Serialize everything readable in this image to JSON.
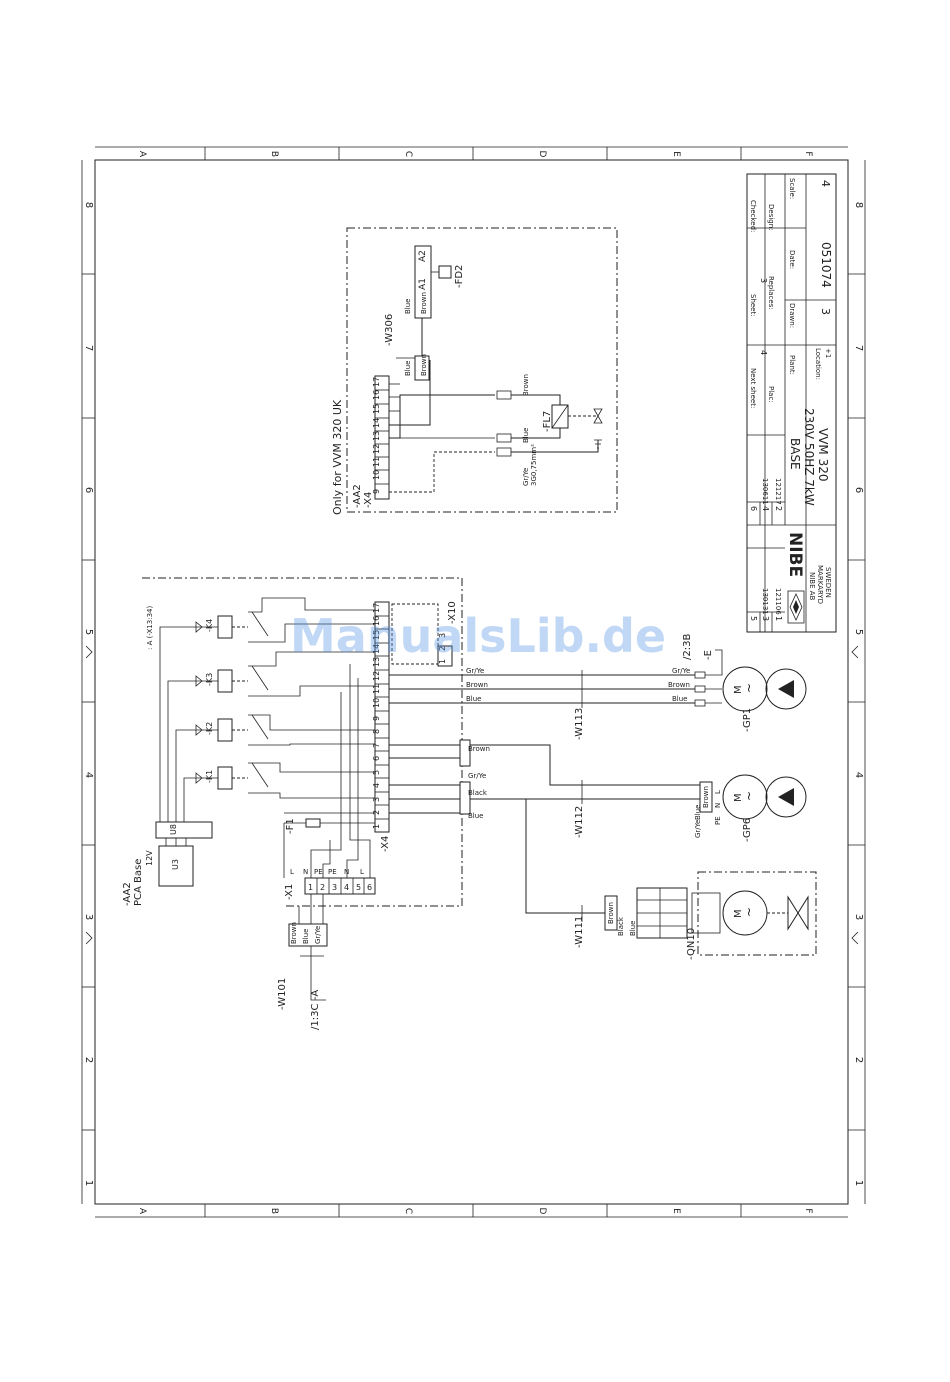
{
  "watermark": "ManualsLib.de",
  "grid": {
    "columns": [
      "A",
      "B",
      "C",
      "D",
      "E",
      "F"
    ],
    "rows": [
      "8",
      "7",
      "6",
      "5",
      "4",
      "3",
      "2",
      "1"
    ]
  },
  "title_block": {
    "company": "NIBE",
    "company_line1": "NIBE AB",
    "company_line2": "MARKARYD",
    "company_line3": "SWEDEN",
    "title_line1": "BASE",
    "title_line2": "230V 50HZ 7kW",
    "title_line3": "VVM 320",
    "checked_label": "Checked:",
    "design_label": "Design:",
    "scale_label": "Scale:",
    "sheet_label": "Sheet:",
    "sheet_value": "3",
    "replaces_label": "Replaces:",
    "date_label": "Date:",
    "drawn_label": "Drawn:",
    "next_sheet_label": "Next sheet:",
    "next_sheet_value": "4",
    "plac_label": "Plac:",
    "plant_label": "Plant:",
    "location_label": "Location:",
    "location_value": "+1",
    "drawing_number": "051074",
    "revision": "4",
    "sheet_number": "3",
    "rev_rows": [
      {
        "rev": "6",
        "note": ""
      },
      {
        "rev": "4",
        "note": "130611"
      },
      {
        "rev": "2",
        "note": "121217"
      },
      {
        "rev": "5",
        "note": ""
      },
      {
        "rev": "3",
        "note": "130131"
      },
      {
        "rev": "1",
        "note": "121106"
      }
    ]
  },
  "labels": {
    "only_for": "Only for VVM 320 UK",
    "aa2_top": "-AA2",
    "x4_top": "-X4",
    "w306": "-W306",
    "a1": "A1",
    "a2": "A2",
    "fd2": "-FD2",
    "fl7": "-FL7",
    "aa2_pca": "-AA2",
    "pca_base": "PCA Base",
    "x1": "-X1",
    "x4": "-X4",
    "x10": "-X10",
    "f1": "-F1",
    "w101": "-W101",
    "ref_13c": "/1:3C",
    "ref_a": "-A",
    "w113": "-W113",
    "w112": "-W112",
    "w111": "-W111",
    "gp1": "-GP1",
    "gp6": "-GP6",
    "qn10": "-QN10",
    "ref_238": "/2:3B",
    "ref_e": "-E",
    "u3": "U3",
    "u8": "U8",
    "v12": "12V",
    "k1": "-K1",
    "k2": "-K2",
    "k3": "-K3",
    "k4": "-K4",
    "a_x13": ": A (-X13:34)",
    "m": "M",
    "tilde": "~",
    "n": "N",
    "l": "L",
    "pe": "PE",
    "brown": "Brown",
    "blue": "Blue",
    "black": "Black",
    "grye": "Gr/Ye",
    "cable_section": "3G0,75mm²"
  },
  "terminals_x4_top": [
    "9",
    "10",
    "11",
    "12",
    "13",
    "14",
    "15",
    "16",
    "17"
  ],
  "terminals_x4": [
    "1",
    "2",
    "3",
    "4",
    "5",
    "6",
    "7",
    "8",
    "9",
    "10",
    "11",
    "12",
    "13",
    "14",
    "15",
    "16",
    "17"
  ],
  "terminals_x1": [
    "1",
    "2",
    "3",
    "4",
    "5",
    "6"
  ],
  "terminals_x10": [
    "1",
    "2",
    "3"
  ]
}
